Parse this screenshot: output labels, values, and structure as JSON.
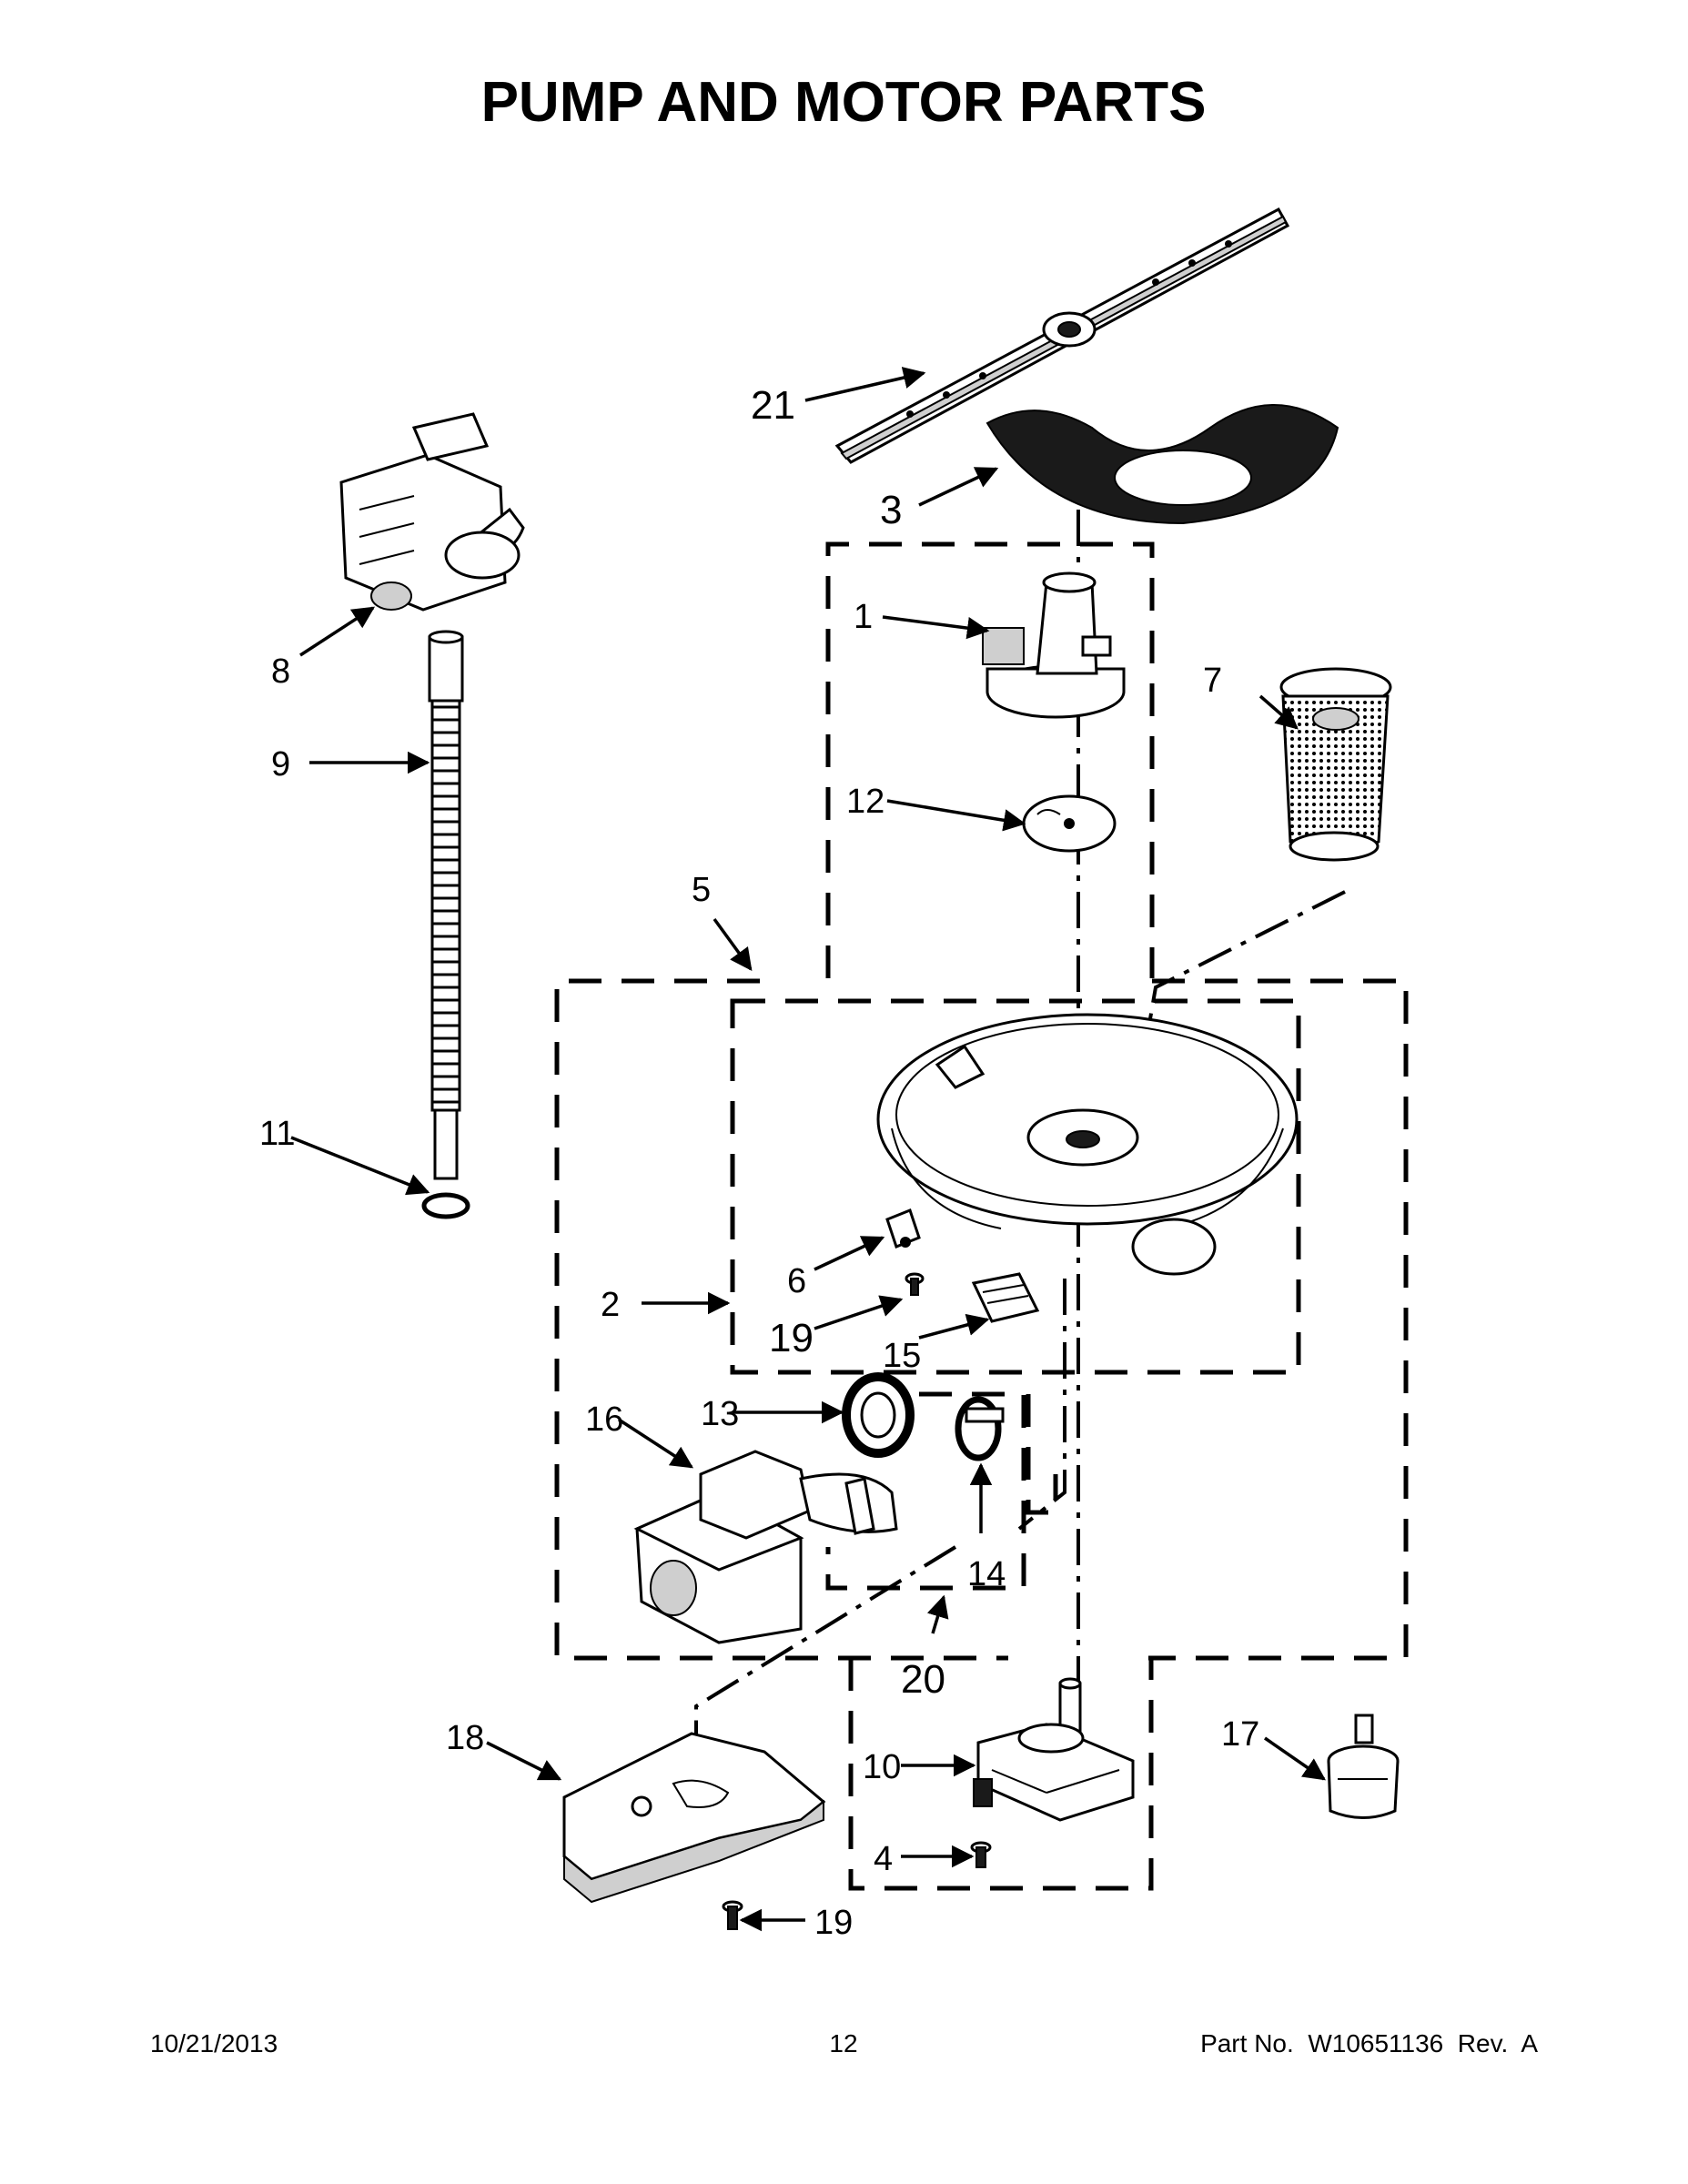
{
  "page": {
    "title": "PUMP AND MOTOR PARTS",
    "date": "10/21/2013",
    "page_number": "12",
    "part_number": "Part No.  W10651136  Rev.  A"
  },
  "callouts": {
    "c1": "1",
    "c2": "2",
    "c3": "3",
    "c4": "4",
    "c5": "5",
    "c6": "6",
    "c7": "7",
    "c8": "8",
    "c9": "9",
    "c10": "10",
    "c11": "11",
    "c12": "12",
    "c13": "13",
    "c14": "14",
    "c15": "15",
    "c16": "16",
    "c17": "17",
    "c18": "18",
    "c19a": "19",
    "c19b": "19",
    "c20": "20",
    "c21": "21"
  }
}
